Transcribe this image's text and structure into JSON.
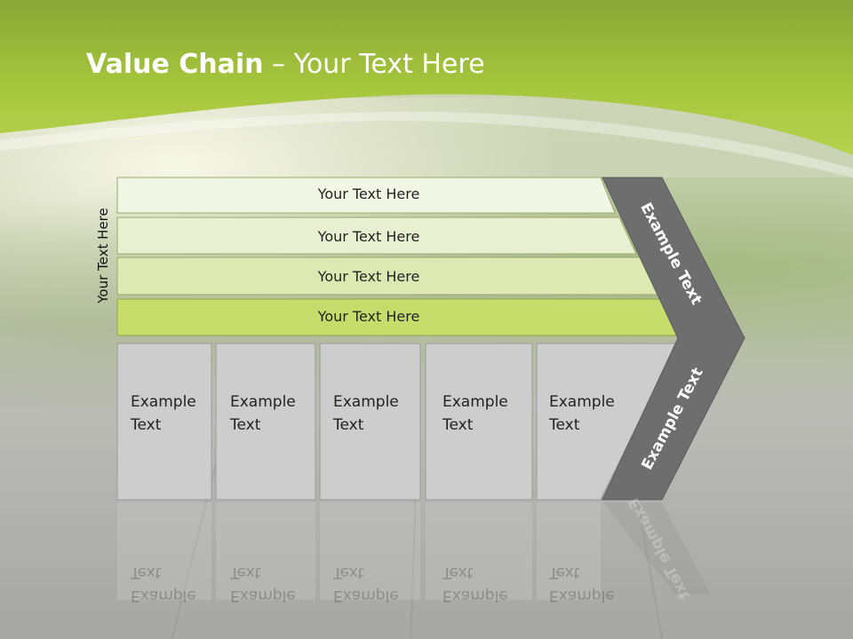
{
  "slide": {
    "title_bold": "Value Chain",
    "title_rest": " – Your Text Here",
    "vertical_label": "Your Text Here",
    "rows": [
      {
        "label": "Your Text Here"
      },
      {
        "label": "Your Text Here"
      },
      {
        "label": "Your Text Here"
      },
      {
        "label": "Your Text Here"
      }
    ],
    "activities": [
      {
        "line1": "Example",
        "line2": "Text"
      },
      {
        "line1": "Example",
        "line2": "Text"
      },
      {
        "line1": "Example",
        "line2": "Text"
      },
      {
        "line1": "Example",
        "line2": "Text"
      },
      {
        "line1": "Example",
        "line2": "Text"
      }
    ],
    "chevron_upper_label": "Example Text",
    "chevron_lower_label": "Example Text"
  },
  "colors": {
    "header_green": "#9cc23a",
    "row_fills": [
      "#f2f6e4",
      "#e9f0d2",
      "#dde8b2",
      "#c8dc6c"
    ],
    "activity_fill": "#cdcdcd",
    "chevron_fill": "#6e6e6e"
  }
}
